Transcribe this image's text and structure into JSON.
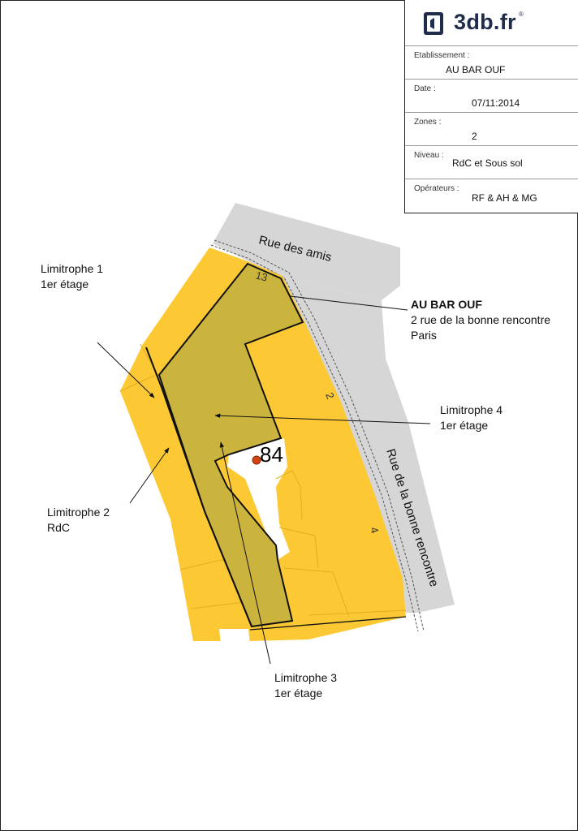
{
  "brand": {
    "name": "3db.fr",
    "mark": "®"
  },
  "info": [
    {
      "key": "etablissement",
      "label": "Etablissement :",
      "value": "AU BAR OUF"
    },
    {
      "key": "date",
      "label": "Date :",
      "value": "07/11:2014"
    },
    {
      "key": "zones",
      "label": "Zones :",
      "value": "2"
    },
    {
      "key": "niveau",
      "label": "Niveau :",
      "value": "RdC et Sous sol"
    },
    {
      "key": "operateurs",
      "label": "Opérateurs :",
      "value": "RF & AH & MG"
    }
  ],
  "streets": {
    "rue_des_amis": "Rue des amis",
    "rue_bonne_rencontre": "Rue de la bonne rencontre"
  },
  "street_numbers": {
    "n13": "13",
    "n2": "2",
    "n4": "4",
    "parcel": "84"
  },
  "establishment": {
    "name": "AU BAR OUF",
    "address": "2 rue de la bonne rencontre",
    "city": "Paris"
  },
  "neighbors": {
    "limitrophe_1": {
      "name": "Limitrophe 1",
      "level": "1er étage"
    },
    "limitrophe_2": {
      "name": "Limitrophe 2",
      "level": "RdC"
    },
    "limitrophe_3": {
      "name": "Limitrophe 3",
      "level": "1er étage"
    },
    "limitrophe_4": {
      "name": "Limitrophe 4",
      "level": "1er étage"
    }
  },
  "colors": {
    "street_gray": "#d6d6d6",
    "neighbor_yellow": "#fcc935",
    "establishment_olive": "#cbb43d",
    "outline": "#111111",
    "logo_navy": "#1f2d4a"
  }
}
